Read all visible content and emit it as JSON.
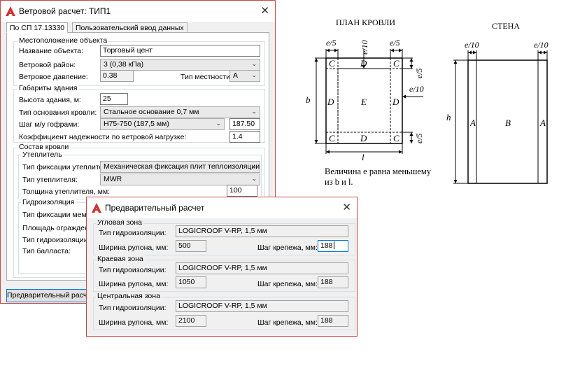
{
  "main_window": {
    "title": "Ветровой расчет: ТИП1",
    "close_glyph": "✕",
    "tabs": [
      {
        "label": "По СП 17.13330",
        "active": true
      },
      {
        "label": "Пользовательский ввод данных",
        "active": false
      }
    ],
    "location": {
      "title": "Местоположение объекта",
      "object_name_label": "Название объекта:",
      "object_name_value": "Торговый цент",
      "wind_region_label": "Ветровой район:",
      "wind_region_value": "3 (0,38 кПа)",
      "wind_pressure_label": "Ветровое давление:",
      "wind_pressure_value": "0.38",
      "terrain_type_label": "Тип местности:",
      "terrain_type_value": "A"
    },
    "dimensions": {
      "title": "Габариты здания",
      "height_label": "Высота здания, м:",
      "height_value": "25",
      "roof_base_label": "Тип основания кровли:",
      "roof_base_value": "Стальное основание 0,7 мм",
      "corrugation_label": "Шаг м/у гофрами:",
      "corrugation_select": "H75-750 (187,5 мм)",
      "corrugation_value": "187.50",
      "reliability_label": "Коэффициент надежности по ветровой нагрузке:",
      "reliability_value": "1.4"
    },
    "roof": {
      "title": "Состав кровли",
      "insulation": {
        "title": "Утеплитель",
        "fixing_label": "Тип фиксации утеплителя:",
        "fixing_value": "Механическая фиксация плит теплоизоляции",
        "type_label": "Тип утеплителя:",
        "type_value": "MWR",
        "thickness_label": "Толщина утеплителя, мм:",
        "thickness_value": "100"
      },
      "waterproofing": {
        "title": "Гидроизоляция",
        "fixing_label": "Тип фиксации мембраны",
        "area_label": "Площадь ограждения А,",
        "type_label": "Тип гидроизоляции:",
        "ballast_label": "Тип балласта:"
      }
    },
    "preliminary_button": "Предварительный расчет"
  },
  "preliminary_window": {
    "title": "Предварительный расчет",
    "close_glyph": "✕",
    "zones": [
      {
        "title": "Угловая зона",
        "type_label": "Тип гидроизоляции:",
        "type_value": "LOGICROOF V-RP, 1,5 мм",
        "width_label": "Ширина рулона, мм:",
        "width_value": "500",
        "step_label": "Шаг крепежа, мм:",
        "step_value": "188"
      },
      {
        "title": "Краевая зона",
        "type_label": "Тип гидроизоляции:",
        "type_value": "LOGICROOF V-RP, 1,5 мм",
        "width_label": "Ширина рулона, мм:",
        "width_value": "1050",
        "step_label": "Шаг крепежа, мм:",
        "step_value": "188"
      },
      {
        "title": "Центральная зона",
        "type_label": "Тип гидроизоляции:",
        "type_value": "LOGICROOF V-RP, 1,5 мм",
        "width_label": "Ширина рулона, мм:",
        "width_value": "2100",
        "step_label": "Шаг крепежа, мм:",
        "step_value": "188"
      }
    ]
  },
  "roof_plan": {
    "title": "ПЛАН КРОВЛИ",
    "dim_e5": "e/5",
    "dim_e10": "e/10",
    "dim_b": "b",
    "dim_l": "l",
    "zone_c": "C",
    "zone_d": "D",
    "zone_e": "E",
    "note_line1": "Величина e равна меньшему",
    "note_line2": "из b и l."
  },
  "wall": {
    "title": "СТЕНА",
    "dim_e10": "e/10",
    "dim_h": "h",
    "zone_a": "A",
    "zone_b": "B"
  },
  "colors": {
    "accent": "#0078d7",
    "window_border": "#c94a4a",
    "app_icon": "#d32f2f"
  }
}
